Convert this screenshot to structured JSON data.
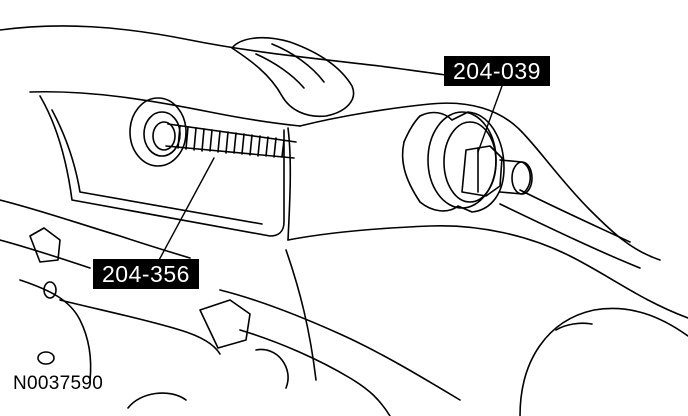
{
  "callouts": {
    "tool_a": "204-039",
    "tool_b": "204-356"
  },
  "figure_id": "N0037590",
  "colors": {
    "ink": "#000000",
    "paper": "#ffffff",
    "label_bg": "#000000",
    "label_text": "#ffffff"
  }
}
